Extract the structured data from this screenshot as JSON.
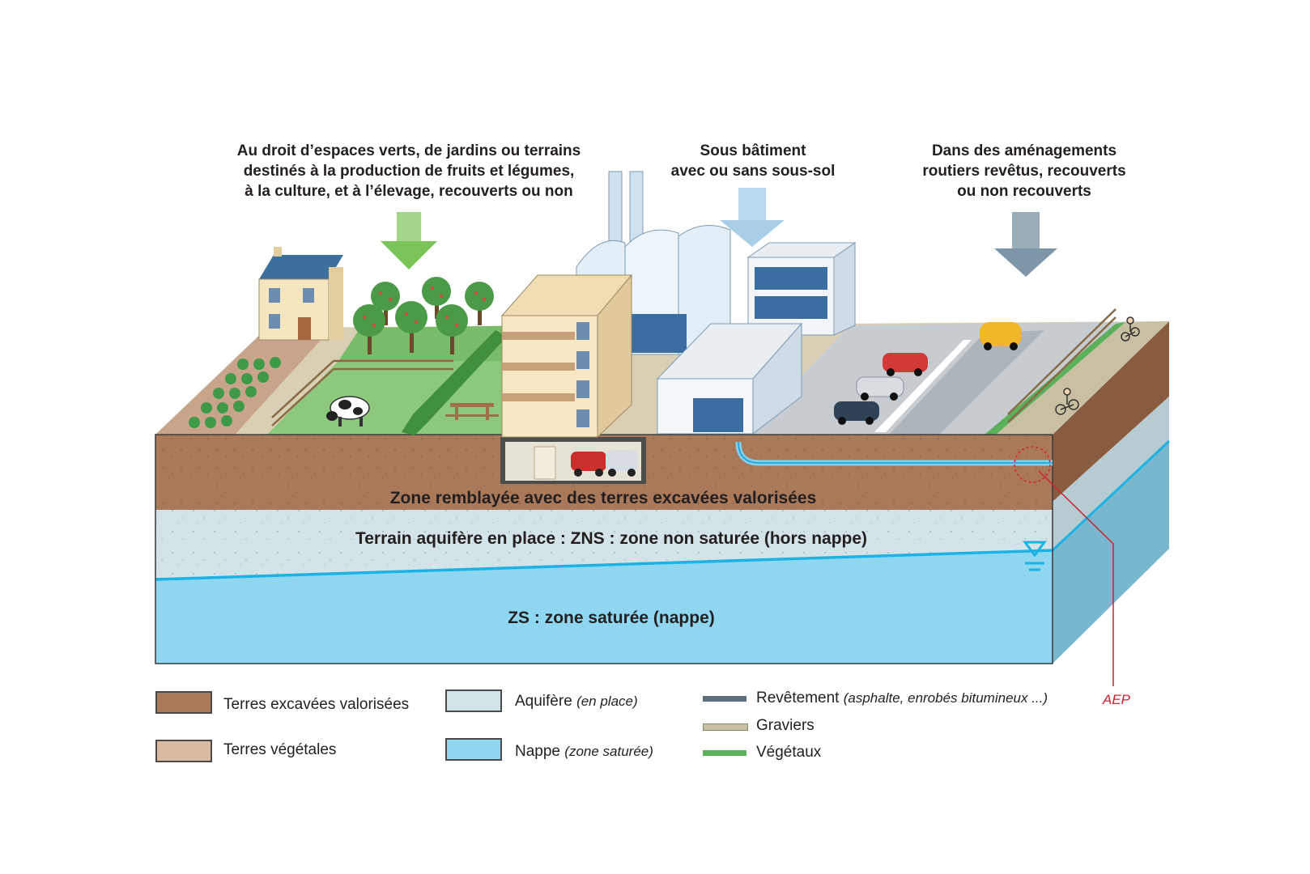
{
  "headers": {
    "green": [
      "Au droit d’espaces verts, de jardins ou terrains",
      "destinés à la production de fruits et légumes,",
      "à la culture, et à l’élevage, recouverts ou non"
    ],
    "building": [
      "Sous bâtiment",
      "avec ou sans sous-sol"
    ],
    "road": [
      "Dans des aménagements",
      "routiers revêtus, recouverts",
      "ou non recouverts"
    ]
  },
  "layers": {
    "fill": "Zone remblayée avec des terres excavées valorisées",
    "zns": "Terrain aquifère en place : ZNS : zone non saturée (hors nappe)",
    "zs": "ZS : zone saturée (nappe)"
  },
  "aep": "AEP",
  "legend": {
    "terres_excavees": "Terres excavées valorisées",
    "terres_vegetales": "Terres végétales",
    "aquifere": "Aquifère",
    "aquifere_note": "(en place)",
    "nappe": "Nappe",
    "nappe_note": "(zone saturée)",
    "revetement": "Revêtement",
    "revetement_note": "(asphalte, enrobés bitumineux ...)",
    "graviers": "Graviers",
    "vegetaux": "Végétaux"
  },
  "colors": {
    "arrow_green": "#7cc35a",
    "arrow_blue": "#a9cfe8",
    "arrow_slate": "#7e97a8",
    "soil": "#a9795a",
    "topsoil": "#d9b9a0",
    "aquifer": "#d3e3e8",
    "water": "#8fd6f0",
    "water_line": "#1bb3e6",
    "asphalt": "#5d6f7c",
    "gravel": "#c9bfa3",
    "vegetation": "#5db05a",
    "aep_red": "#d4202f"
  },
  "icons": [
    "house-icon",
    "factory-icon",
    "apartment-icon",
    "office-icon",
    "cow-icon",
    "car-icon",
    "cyclist-icon",
    "tree-icon",
    "water-table-icon"
  ]
}
